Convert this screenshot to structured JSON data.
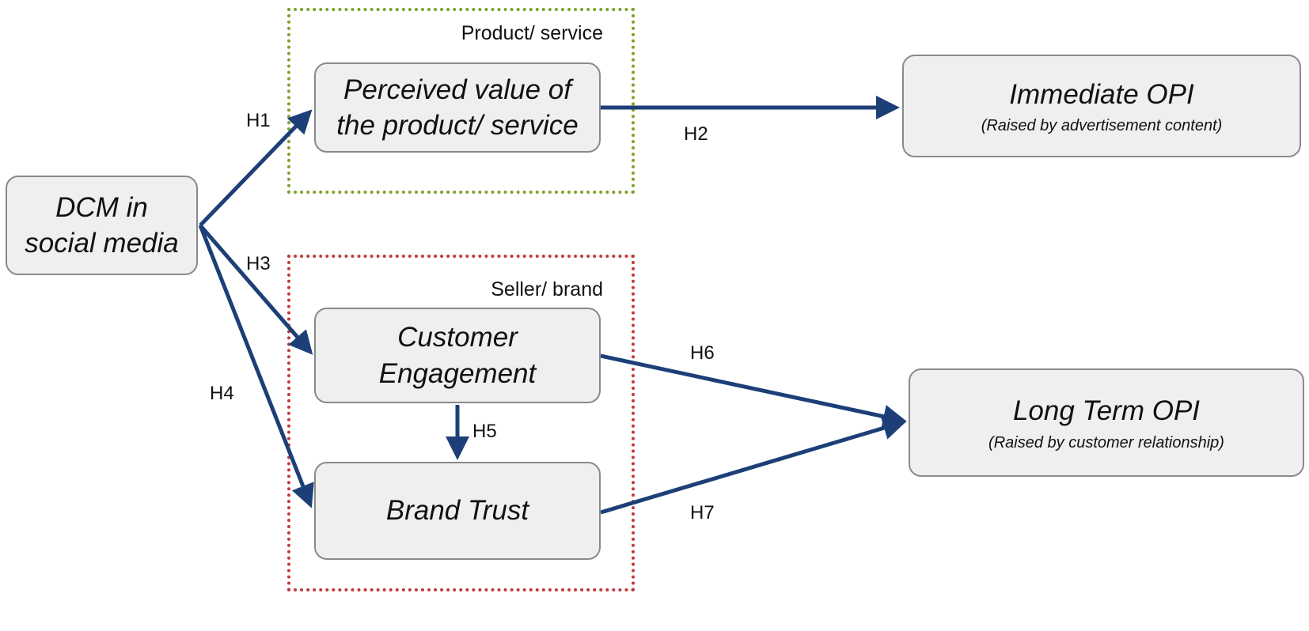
{
  "groups": {
    "product": "Product/ service",
    "seller": "Seller/ brand"
  },
  "nodes": {
    "dcm": {
      "line1": "DCM in",
      "line2": "social media"
    },
    "perceived": {
      "line1": "Perceived value of",
      "line2": "the product/ service"
    },
    "immediate": {
      "title": "Immediate OPI",
      "subtitle": "(Raised by advertisement content)"
    },
    "engagement": {
      "line1": "Customer",
      "line2": "Engagement"
    },
    "trust": {
      "title": "Brand Trust"
    },
    "longterm": {
      "title": "Long Term OPI",
      "subtitle": "(Raised by customer relationship)"
    }
  },
  "edges": {
    "h1": "H1",
    "h2": "H2",
    "h3": "H3",
    "h4": "H4",
    "h5": "H5",
    "h6": "H6",
    "h7": "H7"
  },
  "colors": {
    "arrow": "#1d3f78",
    "product_frame": "#7ca22a",
    "seller_frame": "#c0393b",
    "node_fill": "#efefef"
  }
}
